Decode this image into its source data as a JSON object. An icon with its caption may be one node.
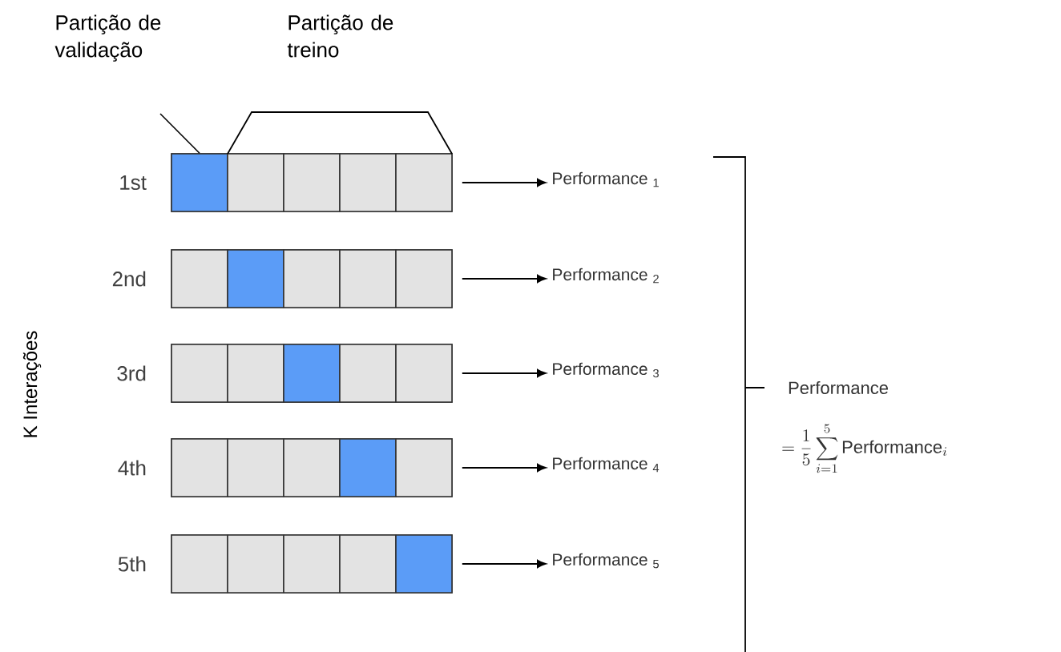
{
  "diagram": {
    "nodes": [
      {
        "text": [
          "Partição de validação"
        ]
      },
      {
        "text": [],
        "shape": "bar",
        "beside": [
          "1st"
        ]
      },
      {
        "text": [],
        "shape": "box",
        "in": 1
      },
      {
        "text": [],
        "shape": "box",
        "in": 1
      },
      {
        "text": [],
        "shape": "box",
        "in": 1
      },
      {
        "text": [],
        "shape": "box",
        "in": 1
      },
      {
        "text": [],
        "shape": "box",
        "in": 1
      },
      {
        "text": [],
        "shape": "bar",
        "beside": [
          "2nd"
        ]
      },
      {
        "text": [],
        "shape": "box",
        "in": 7
      },
      {
        "text": [],
        "shape": "box",
        "in": 7
      },
      {
        "text": [],
        "shape": "box",
        "in": 7
      },
      {
        "text": [],
        "shape": "box",
        "in": 7
      },
      {
        "text": [],
        "shape": "box",
        "in": 7
      },
      {
        "text": [],
        "shape": "bar",
        "beside": [
          "3rd"
        ]
      },
      {
        "text": [],
        "shape": "box",
        "in": 13
      },
      {
        "text": [],
        "shape": "box",
        "in": 13
      },
      {
        "text": [],
        "shape": "box",
        "in": 13
      },
      {
        "text": [],
        "shape": "box",
        "in": 13
      },
      {
        "text": [],
        "shape": "box",
        "in": 13
      },
      {
        "text": [],
        "shape": "bar",
        "beside": [
          "4th"
        ]
      },
      {
        "text": [],
        "shape": "box",
        "in": 19
      },
      {
        "text": [],
        "shape": "box",
        "in": 19
      },
      {
        "text": [],
        "shape": "box",
        "in": 19
      },
      {
        "text": [],
        "shape": "box",
        "in": 19
      },
      {
        "text": [],
        "shape": "box",
        "in": 19
      },
      {
        "text": [],
        "shape": "bar",
        "beside": [
          "5th"
        ]
      },
      {
        "text": [],
        "shape": "box",
        "in": 25
      },
      {
        "text": [],
        "shape": "box",
        "in": 25
      },
      {
        "text": [],
        "shape": "box",
        "in": 25
      },
      {
        "text": [],
        "shape": "box",
        "in": 25
      },
      {
        "text": [],
        "shape": "box",
        "in": 25
      },
      {
        "text": [
          "Performance $_{1}$"
        ]
      },
      {
        "text": [
          "Performance $_{2}$"
        ]
      },
      {
        "text": [
          "Performance $_{3}$"
        ]
      },
      {
        "text": [
          "Performance $_{4}$"
        ]
      },
      {
        "text": [
          "Performance $_{5}$"
        ]
      }
    ],
    "edges": [
      {
        "from": 0,
        "to": 2,
        "arrow": "none"
      },
      {
        "from": 1,
        "to": 31,
        "arrow": "to"
      },
      {
        "from": 7,
        "to": 32,
        "arrow": "to"
      },
      {
        "from": 13,
        "to": 33,
        "arrow": "to"
      },
      {
        "from": 19,
        "to": 34,
        "arrow": "to"
      },
      {
        "from": 25,
        "to": 35,
        "arrow": "to"
      }
    ],
    "labels": [
      "Partição de treino",
      "K Interações",
      "Performance",
      "= \\frac{1}{5}\\sum_{i=1}^{5} \\mathrm{Performance}_{i}"
    ]
  }
}
